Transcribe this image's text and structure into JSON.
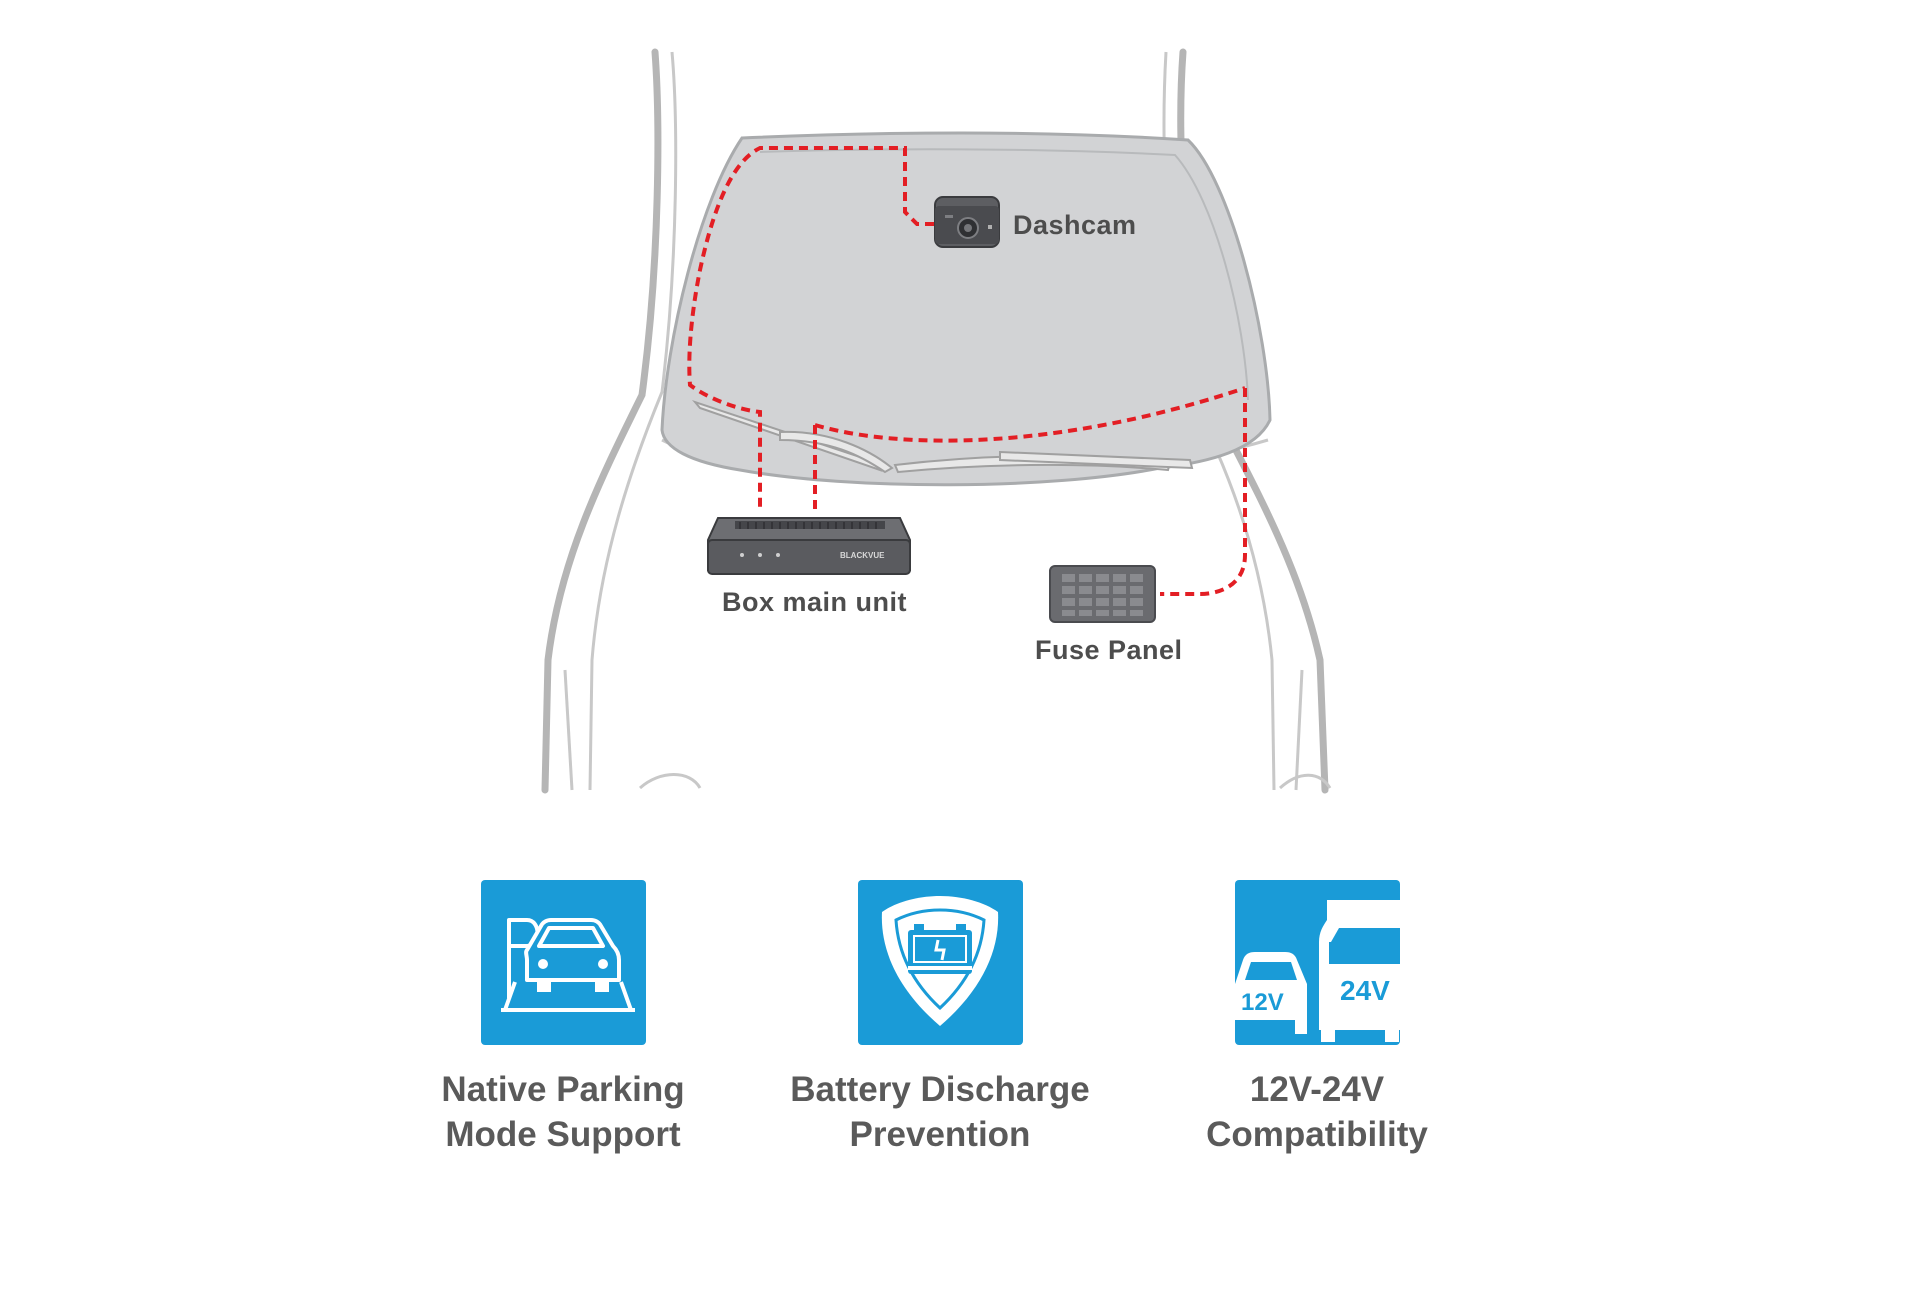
{
  "diagram": {
    "components": {
      "dashcam": "Dashcam",
      "box_main_unit": "Box main unit",
      "fuse_panel": "Fuse Panel",
      "device_brand": "BLACKVUE"
    },
    "colors": {
      "wire": "#e31e24",
      "car_outline": "#b5b5b5",
      "windshield": "#d2d3d5",
      "device": "#5d5e62"
    }
  },
  "features": [
    {
      "icon": "parking-car-icon",
      "line1": "Native Parking",
      "line2": "Mode Support"
    },
    {
      "icon": "battery-shield-icon",
      "line1": "Battery Discharge",
      "line2": "Prevention"
    },
    {
      "icon": "car-truck-voltage-icon",
      "line1": "12V-24V",
      "line2": "Compatibility",
      "badge_left": "12V",
      "badge_right": "24V"
    }
  ],
  "accent_color": "#1a9bd7"
}
